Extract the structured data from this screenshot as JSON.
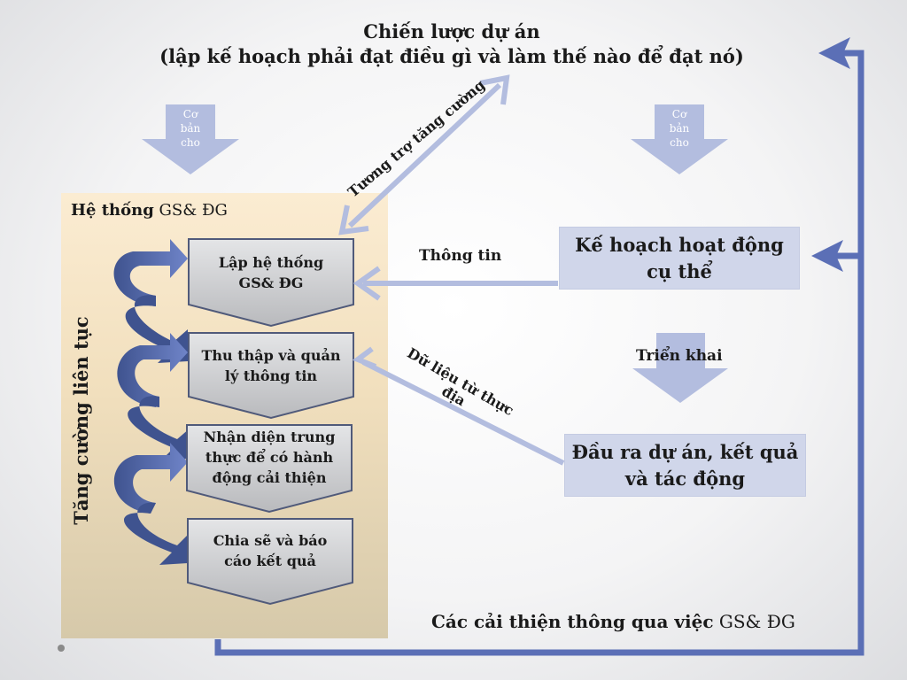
{
  "title": {
    "line1": "Chiến lược dự án",
    "line2": "(lập kế hoạch phải đạt điều gì và làm thế nào để đạt nó)"
  },
  "basis_arrows": [
    {
      "lines": [
        "Cơ",
        "bản",
        "cho"
      ]
    },
    {
      "lines": [
        "Cơ",
        "bản",
        "cho"
      ]
    }
  ],
  "me_system": {
    "title_bold": "Hệ thống",
    "title_normal": " GS& ĐG",
    "side_label": "Tăng cường liên tục",
    "steps": [
      {
        "lines": [
          "Lập hệ thống",
          "GS& ĐG"
        ]
      },
      {
        "lines": [
          "Thu thập và quản",
          "lý thông  tin"
        ]
      },
      {
        "lines": [
          "Nhận diện trung",
          "thực để có hành",
          "động cải thiện"
        ]
      },
      {
        "lines": [
          "Chia sẽ và báo",
          "cáo kết quả"
        ]
      }
    ]
  },
  "labels": {
    "mutual_support": "Tương trợ tăng cường",
    "information": "Thông tin",
    "implementation": "Triển khai",
    "field_data_line1": "Dữ liệu từ thực",
    "field_data_line2": "địa"
  },
  "boxes": {
    "activity_plan": [
      "Kế hoạch hoạt động",
      "cụ thể"
    ],
    "outputs": [
      "Đầu ra dự án, kết quả",
      "và tác động"
    ]
  },
  "caption": {
    "bold": "Các cải thiện thông qua việc",
    "normal": " GS& ĐG"
  },
  "colors": {
    "light_blue": "#b3bddf",
    "dark_blue": "#5b6fb6",
    "step_gray": "#c9cacc",
    "box_blue": "#d0d6ea"
  }
}
